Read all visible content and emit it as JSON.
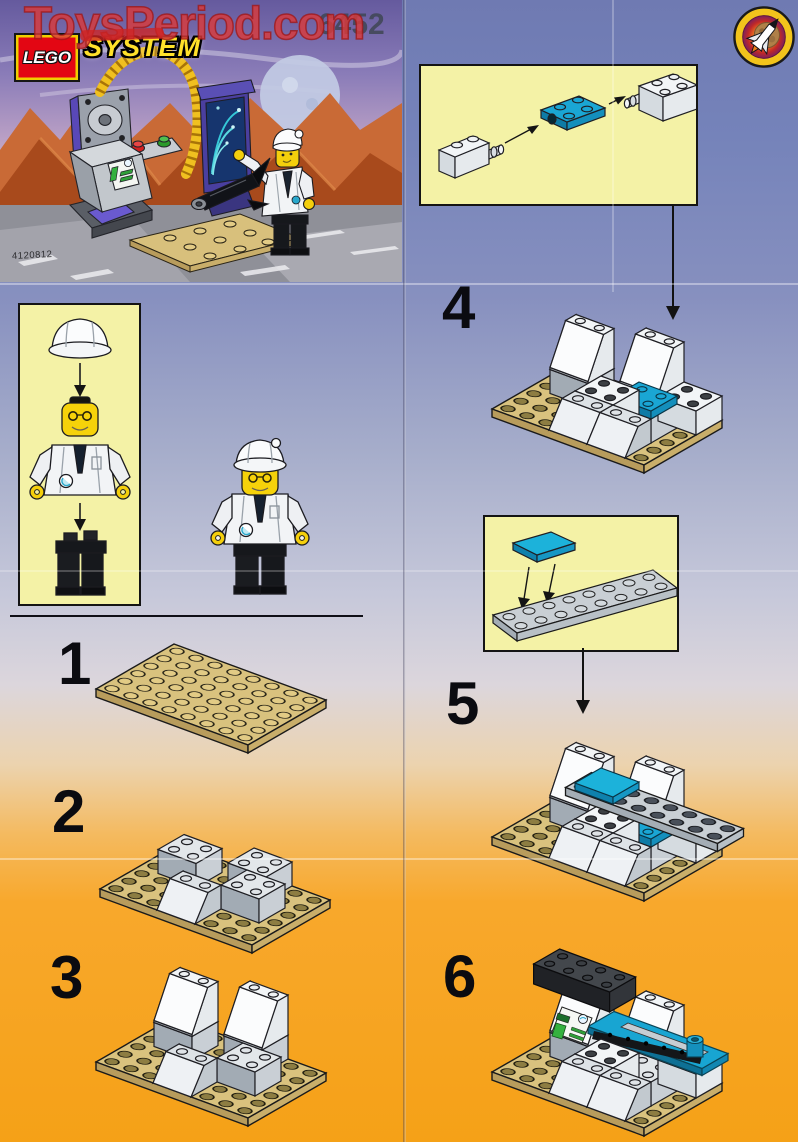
{
  "document": {
    "type": "LEGO building instructions scanned sheet"
  },
  "watermark": {
    "text": "ToysPeriod.com"
  },
  "boxart": {
    "lego_logo": "LEGO",
    "system_label": "SYSTEM",
    "set_number": "6452",
    "item_number": "4120812"
  },
  "badge": {
    "icon": "space-shuttle-badge"
  },
  "steps": [
    {
      "number": "1"
    },
    {
      "number": "2"
    },
    {
      "number": "3"
    },
    {
      "number": "4"
    },
    {
      "number": "5"
    },
    {
      "number": "6"
    }
  ],
  "colors": {
    "sky_blue_top": "#7583ba",
    "lavender_mid": "#c9cbdd",
    "orange_bottom": "#f7a82a",
    "panel_yellow": "#f4f2a6",
    "plate_tan": "#d9c27e",
    "accent_blue": "#18a2d2",
    "lego_red": "#e30613",
    "system_yellow": "#ffe12a",
    "watermark_red": "#da3a3a"
  }
}
